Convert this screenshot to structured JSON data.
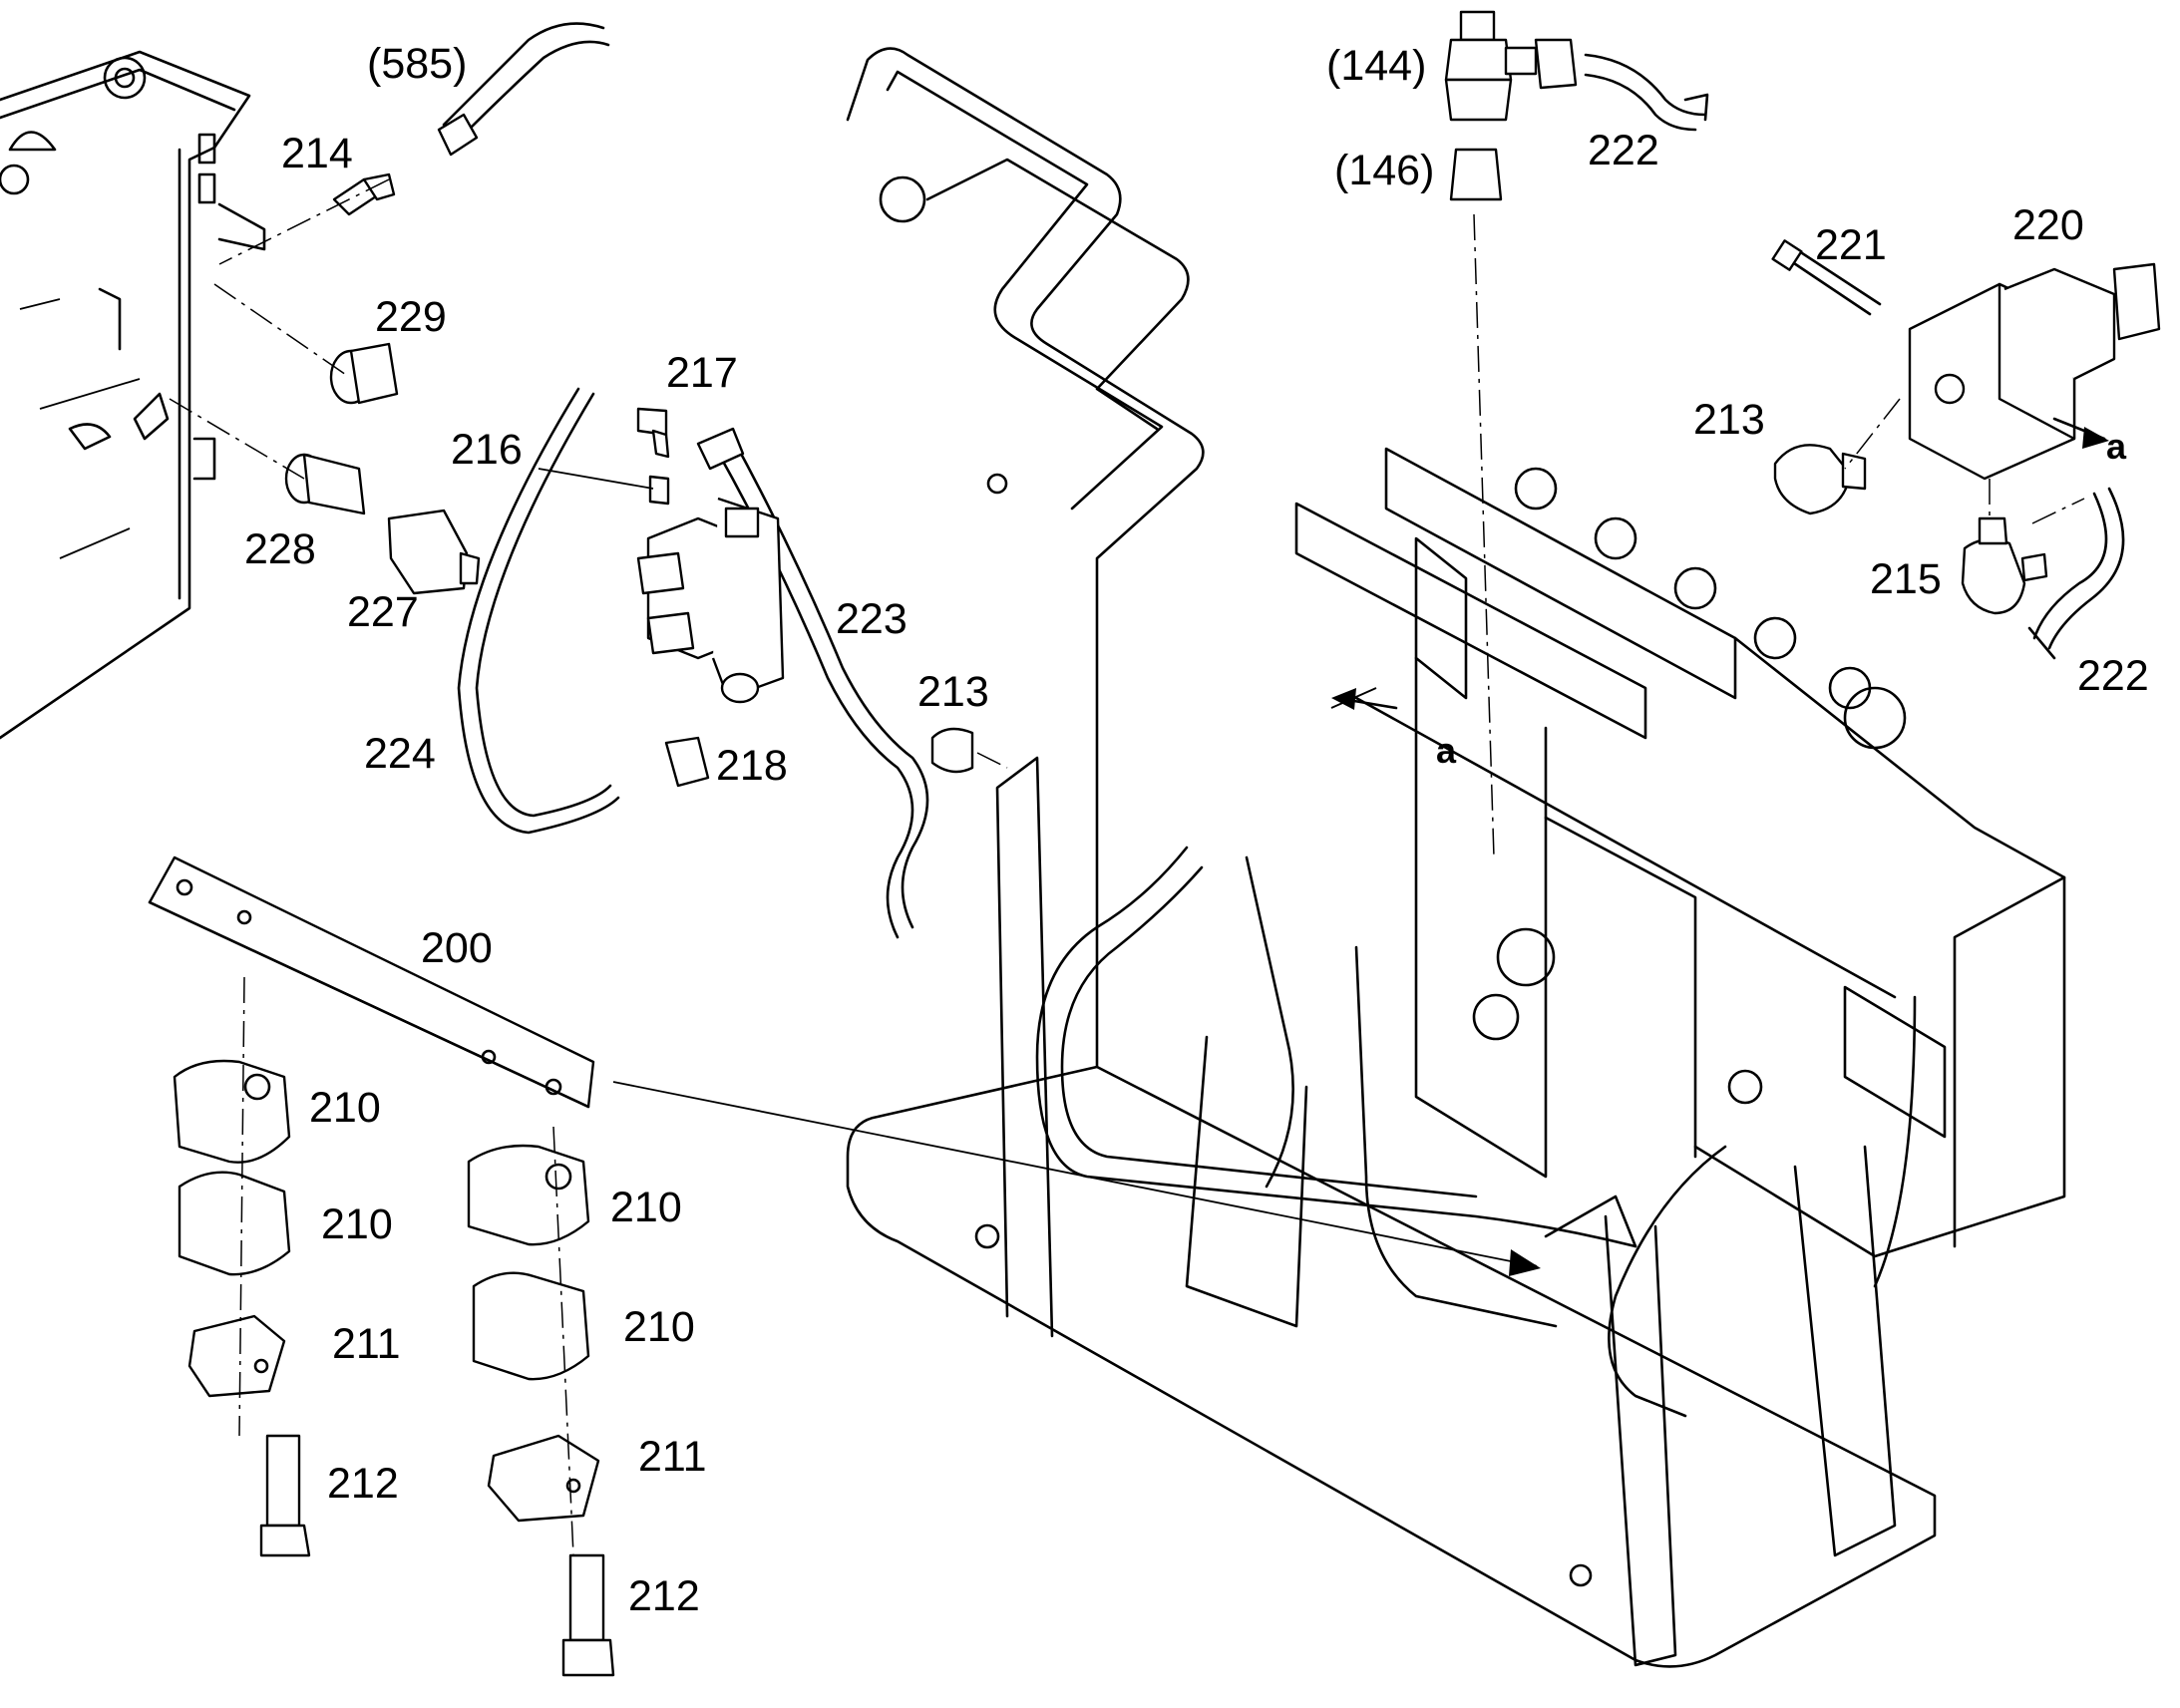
{
  "labels": {
    "l585": "(585)",
    "l214": "214",
    "l229": "229",
    "l228": "228",
    "l227": "227",
    "l217": "217",
    "l216": "216",
    "l223": "223",
    "l224": "224",
    "l218": "218",
    "l213a": "213",
    "l144": "(144)",
    "l146": "(146)",
    "l222a": "222",
    "l221": "221",
    "l220": "220",
    "l213b": "213",
    "l215": "215",
    "l222b": "222",
    "l200": "200",
    "l210a": "210",
    "l210b": "210",
    "l210c": "210",
    "l210d": "210",
    "l211a": "211",
    "l211b": "211",
    "l212a": "212",
    "l212b": "212"
  },
  "markers": {
    "a1": "a",
    "a2": "a"
  }
}
